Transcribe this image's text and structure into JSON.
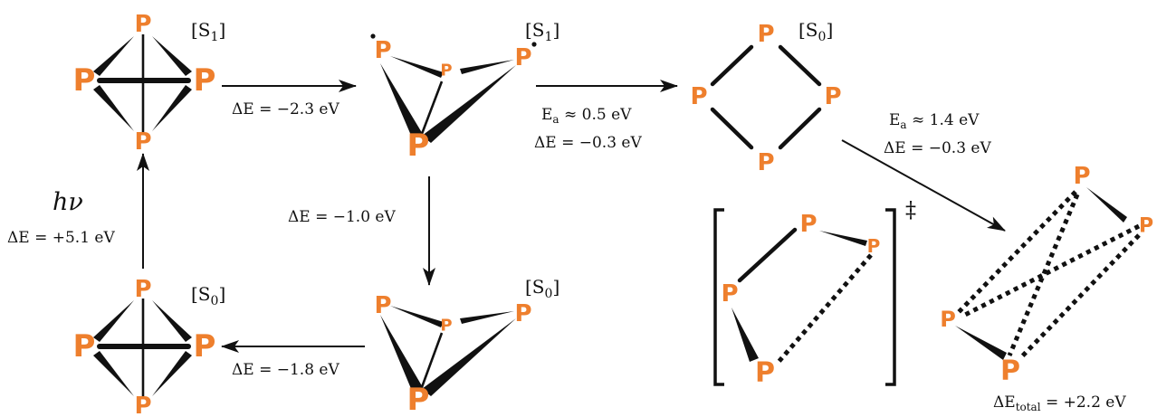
{
  "atom_label": "P",
  "states": {
    "s1": "[S1]",
    "s0": "[S0]",
    "s1_base": "[S",
    "s1_sub": "1",
    "s0_base": "[S",
    "s0_sub": "0",
    "close": "]"
  },
  "excitation": {
    "symbol": "hν",
    "energy": "ΔE = +5.1 eV"
  },
  "steps": {
    "tetra_to_butterfly_s1": "ΔE = −2.3 eV",
    "butterfly_s1_to_s0": "ΔE = −1.0 eV",
    "butterfly_s0_to_tetra": "ΔE = −1.8 eV",
    "ring_barrier_prefix": "E",
    "ring_barrier_sub": "a",
    "ring_barrier_value": " ≈ 0.5 eV",
    "ring_energy": "ΔE = −0.3 eV",
    "chain_barrier_prefix": "E",
    "chain_barrier_sub": "a",
    "chain_barrier_value": " ≈ 1.4 eV",
    "chain_energy": "ΔE = −0.3 eV"
  },
  "transition_state_mark": "‡",
  "total": {
    "prefix": "ΔE",
    "sub": "total",
    "value": " = +2.2 eV"
  }
}
